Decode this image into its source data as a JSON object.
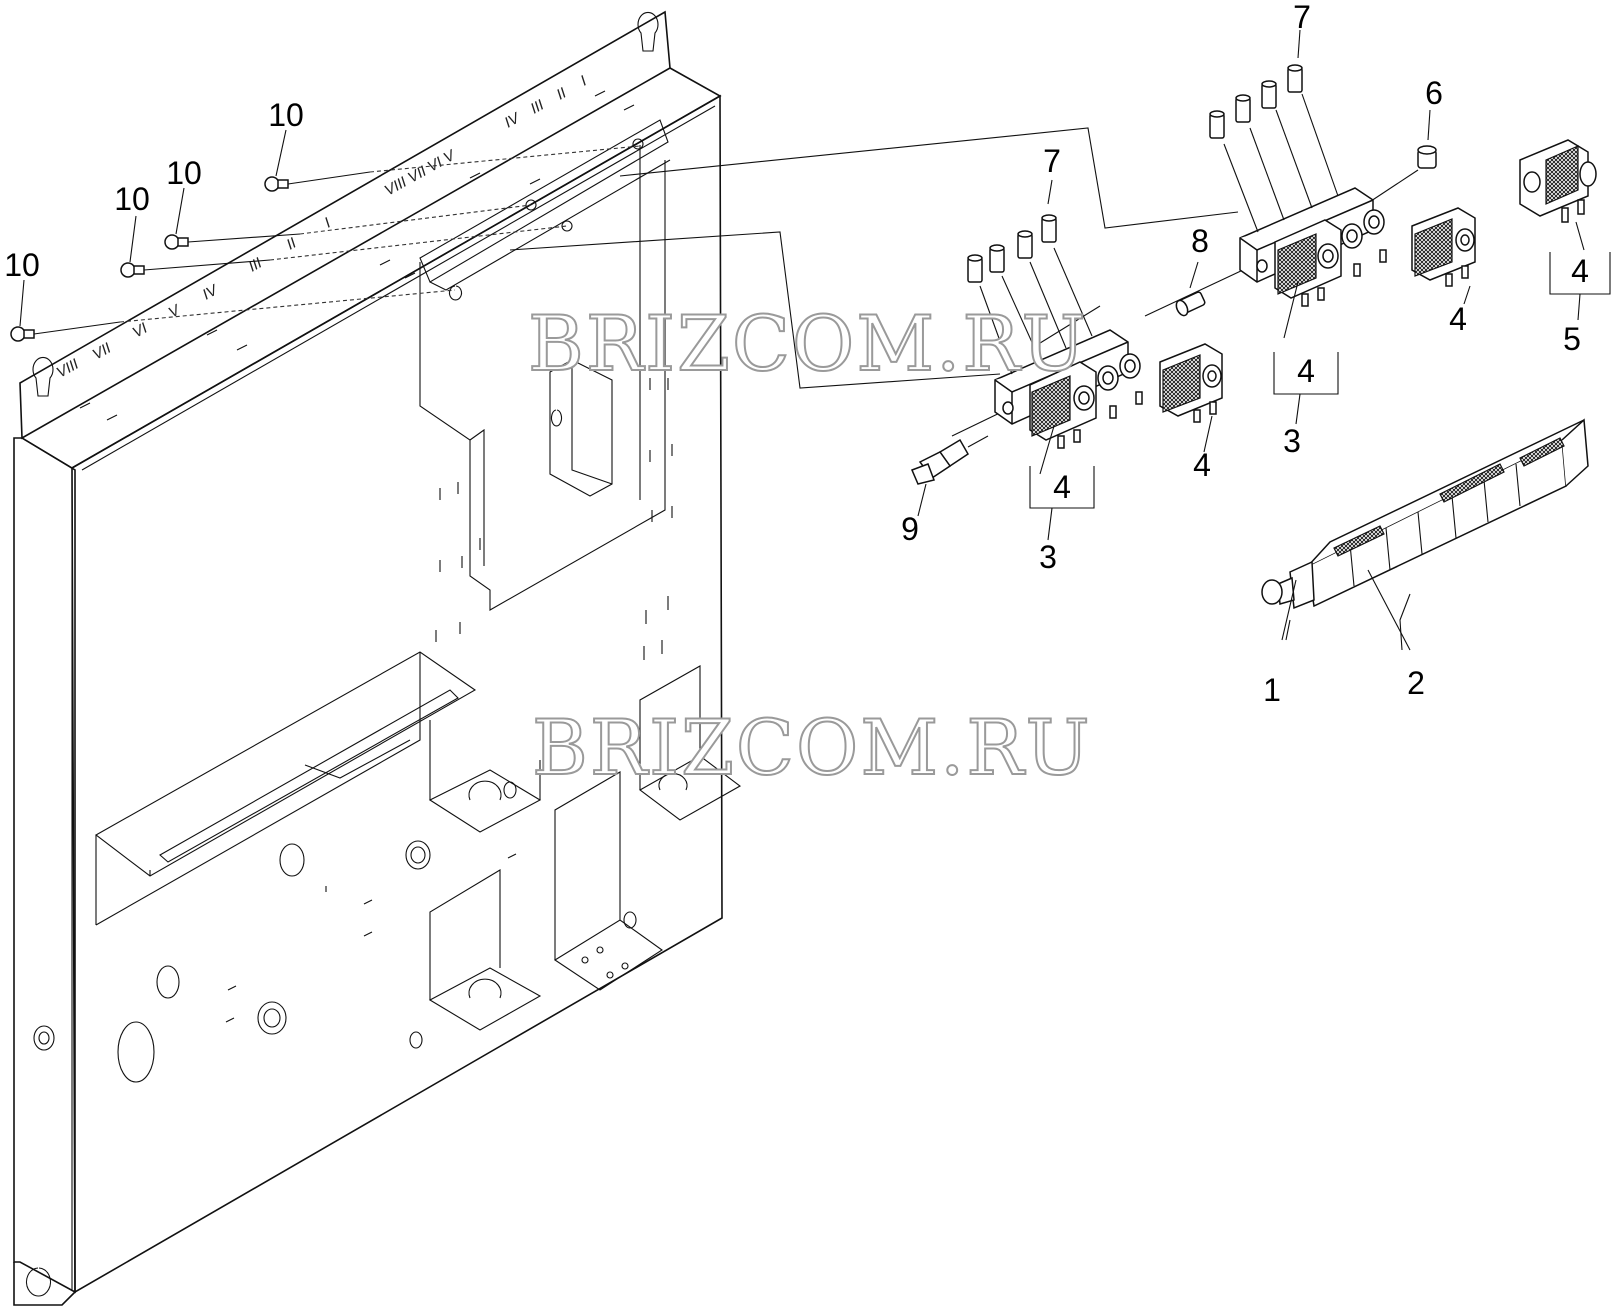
{
  "watermarks": [
    "BRIZCOM.RU",
    "BRIZCOM.RU"
  ],
  "callouts": {
    "c1": "1",
    "c2": "2",
    "c3a": "3",
    "c3b": "3",
    "c4a": "4",
    "c4b": "4",
    "c4c": "4",
    "c4d": "4",
    "c4e": "4",
    "c5": "5",
    "c6": "6",
    "c7a": "7",
    "c7b": "7",
    "c8": "8",
    "c9": "9",
    "c10a": "10",
    "c10b": "10",
    "c10c": "10",
    "c10d": "10"
  },
  "roman_upper": [
    "VIII VII VI V",
    "IV",
    "III",
    "II",
    "I"
  ],
  "roman_lower": [
    "VIII",
    "VII",
    "VI",
    "V",
    "IV",
    "III",
    "II",
    "I"
  ],
  "colors": {
    "line": "#111111",
    "watermark_stroke": "#9a9a9a",
    "background": "#ffffff"
  }
}
